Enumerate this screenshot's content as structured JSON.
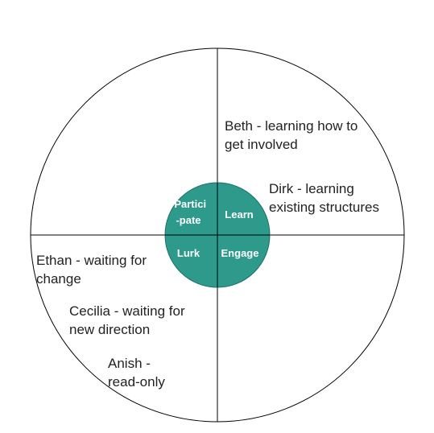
{
  "colors": {
    "outline": "#000000",
    "center_fill": "#2d9a8c",
    "center_stroke": "#1d6f65",
    "label_text": "#ffffff",
    "body_text": "#222222"
  },
  "center": {
    "participate_line1": "Partici",
    "participate_line2": "-pate",
    "learn": "Learn",
    "lurk": "Lurk",
    "engage": "Engage"
  },
  "people": [
    {
      "line1": "Beth - learning how to",
      "line2": "get involved"
    },
    {
      "line1": "Dirk - learning",
      "line2": "existing structures"
    },
    {
      "line1": "Ethan - waiting for",
      "line2": "change"
    },
    {
      "line1": "Cecilia - waiting for",
      "line2": "new direction"
    },
    {
      "line1": "Anish -",
      "line2": "read-only"
    }
  ]
}
